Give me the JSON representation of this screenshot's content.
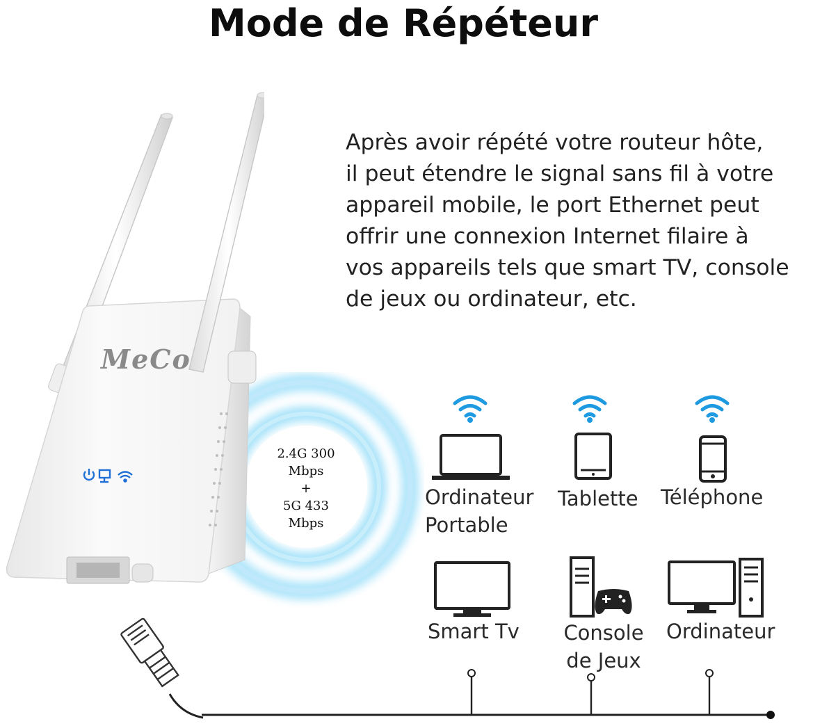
{
  "title": "Mode de Répéteur",
  "description_lines": [
    "Après avoir répété votre routeur hôte,",
    "il peut étendre le signal sans fil à votre",
    "appareil mobile, le port Ethernet peut",
    "offrir une connexion Internet filaire à",
    "vos appareils tels que smart TV, console",
    "de jeux ou ordinateur, etc."
  ],
  "device": {
    "brand_logo": "MeCo",
    "status_icons": [
      "power-icon",
      "lan-icon",
      "wifi-icon"
    ],
    "accent_color": "#1f6fd6"
  },
  "signal": {
    "speed_lines": [
      "2.4G 300",
      "Mbps",
      "+",
      "5G 433",
      "Mbps"
    ],
    "ring_color": "#7fd3f7"
  },
  "wireless_devices": [
    {
      "icon": "laptop-icon",
      "label_lines": [
        "Ordinateur",
        "Portable"
      ]
    },
    {
      "icon": "tablet-icon",
      "label_lines": [
        "Tablette"
      ]
    },
    {
      "icon": "phone-icon",
      "label_lines": [
        "Téléphone"
      ]
    }
  ],
  "wired_devices": [
    {
      "icon": "tv-icon",
      "label_lines": [
        "Smart Tv"
      ]
    },
    {
      "icon": "game-console-icon",
      "label_lines": [
        "Console",
        "de Jeux"
      ]
    },
    {
      "icon": "desktop-computer-icon",
      "label_lines": [
        "Ordinateur"
      ]
    }
  ],
  "wifi_color": "#1e9be0"
}
